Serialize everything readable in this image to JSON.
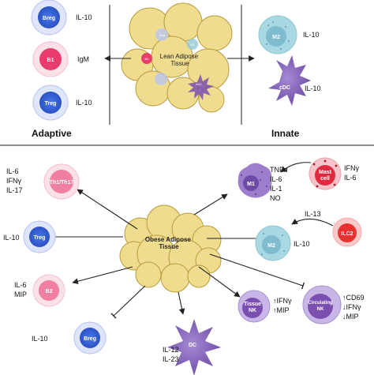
{
  "section_titles": {
    "adaptive": "Adaptive",
    "innate": "Innate"
  },
  "lean": {
    "tissue": "Lean Adipose\nTissue",
    "mini": {
      "treg": "Treg",
      "b1": "B1",
      "m2": "M2",
      "cdc": "cDC"
    },
    "adaptive": [
      {
        "cell": "Breg",
        "cytokine": "IL-10"
      },
      {
        "cell": "B1",
        "cytokine": "IgM"
      },
      {
        "cell": "Treg",
        "cytokine": "IL-10"
      }
    ],
    "innate": [
      {
        "cell": "M2",
        "cytokine": "IL-10"
      },
      {
        "cell": "cDC",
        "cytokine": "IL-10"
      }
    ]
  },
  "obese": {
    "tissue": "Obese Adipose\nTissue",
    "th": {
      "cell": "Th1/Th17",
      "cytokines": [
        "IL-6",
        "IFNγ",
        "IL-17"
      ]
    },
    "treg": {
      "cell": "Treg",
      "cytokine": "IL-10"
    },
    "b2": {
      "cell": "B2",
      "cytokines": [
        "IL-6",
        "MIP"
      ]
    },
    "breg": {
      "cell": "Breg",
      "cytokine": "IL-10"
    },
    "dc": {
      "cell": "DC",
      "cytokines": [
        "IL-12",
        "IL-23"
      ]
    },
    "m1": {
      "cell": "M1",
      "cytokines": [
        "TNFα",
        "IL-6",
        "IL-1",
        "NO"
      ]
    },
    "mast": {
      "cell": "Mast\ncell",
      "cytokines": [
        "IFNγ",
        "IL-6"
      ]
    },
    "m2": {
      "cell": "M2",
      "cytokine": "IL-10"
    },
    "ilc2": {
      "cell": "ILC2",
      "cytokine": "IL-13"
    },
    "tissue_nk": {
      "cell": "Tissue\nNK",
      "cytokines": [
        "IFNγ",
        "MIP"
      ]
    },
    "circ_nk": {
      "cell": "Circulating\nNK",
      "cytokines": [
        "CD69",
        "IFNγ",
        "MIP"
      ]
    }
  },
  "colors": {
    "adipocyte": "#f0dc8e",
    "adipocyte_stroke": "#b89b3e",
    "breg": "#2e5fd8",
    "treg": "#3d6fe0",
    "b1": "#e83d6c",
    "m2": "#8ec8d6",
    "dc": "#7a4fb0",
    "m1": "#7a4fb0",
    "mast": "#e02a3f",
    "ilc2": "#e83030"
  }
}
